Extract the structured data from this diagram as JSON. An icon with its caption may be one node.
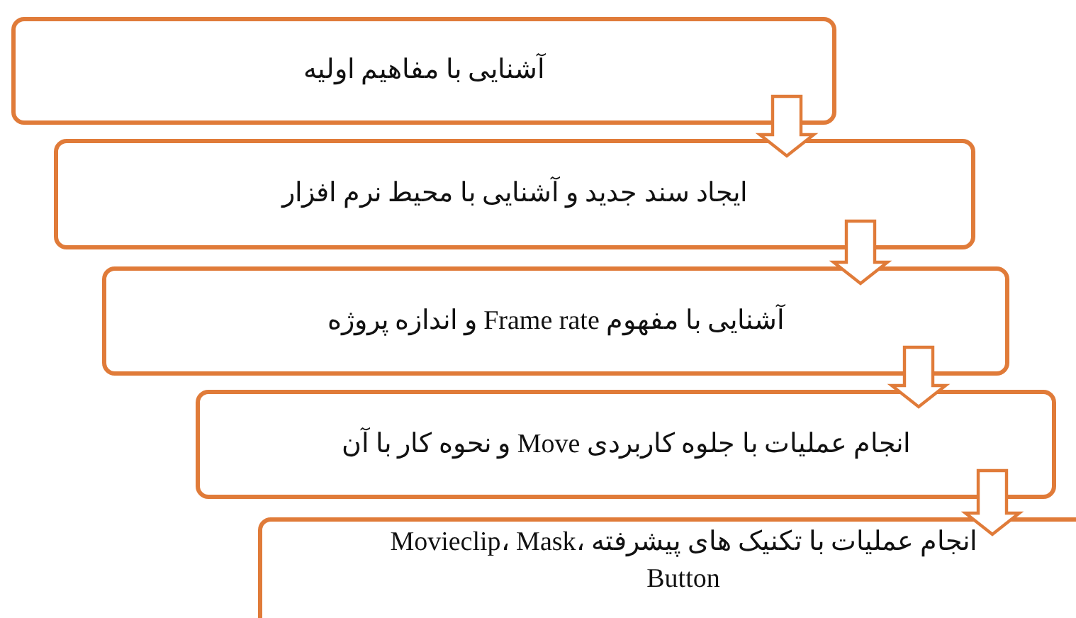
{
  "diagram": {
    "nodes": [
      {
        "text": [
          "آشنایی با مفاهیم اولیه"
        ]
      },
      {
        "text": [
          "ایجاد سند جدید و آشنایی با محیط نرم افزار"
        ]
      },
      {
        "text": [
          "آشنایی با مفهوم Frame rate و اندازه پروژه"
        ]
      },
      {
        "text": [
          "انجام عملیات با جلوه کاربردی Move و نحوه کار با آن"
        ]
      },
      {
        "text": [
          "انجام عملیات با تکنیک های پیشرفته Movieclip، Mask، Button"
        ]
      }
    ],
    "edges": [
      {
        "from": 0,
        "to": 1,
        "arrow": "to"
      },
      {
        "from": 1,
        "to": 2,
        "arrow": "to"
      },
      {
        "from": 2,
        "to": 3,
        "arrow": "to"
      },
      {
        "from": 3,
        "to": 4,
        "arrow": "to"
      }
    ]
  }
}
